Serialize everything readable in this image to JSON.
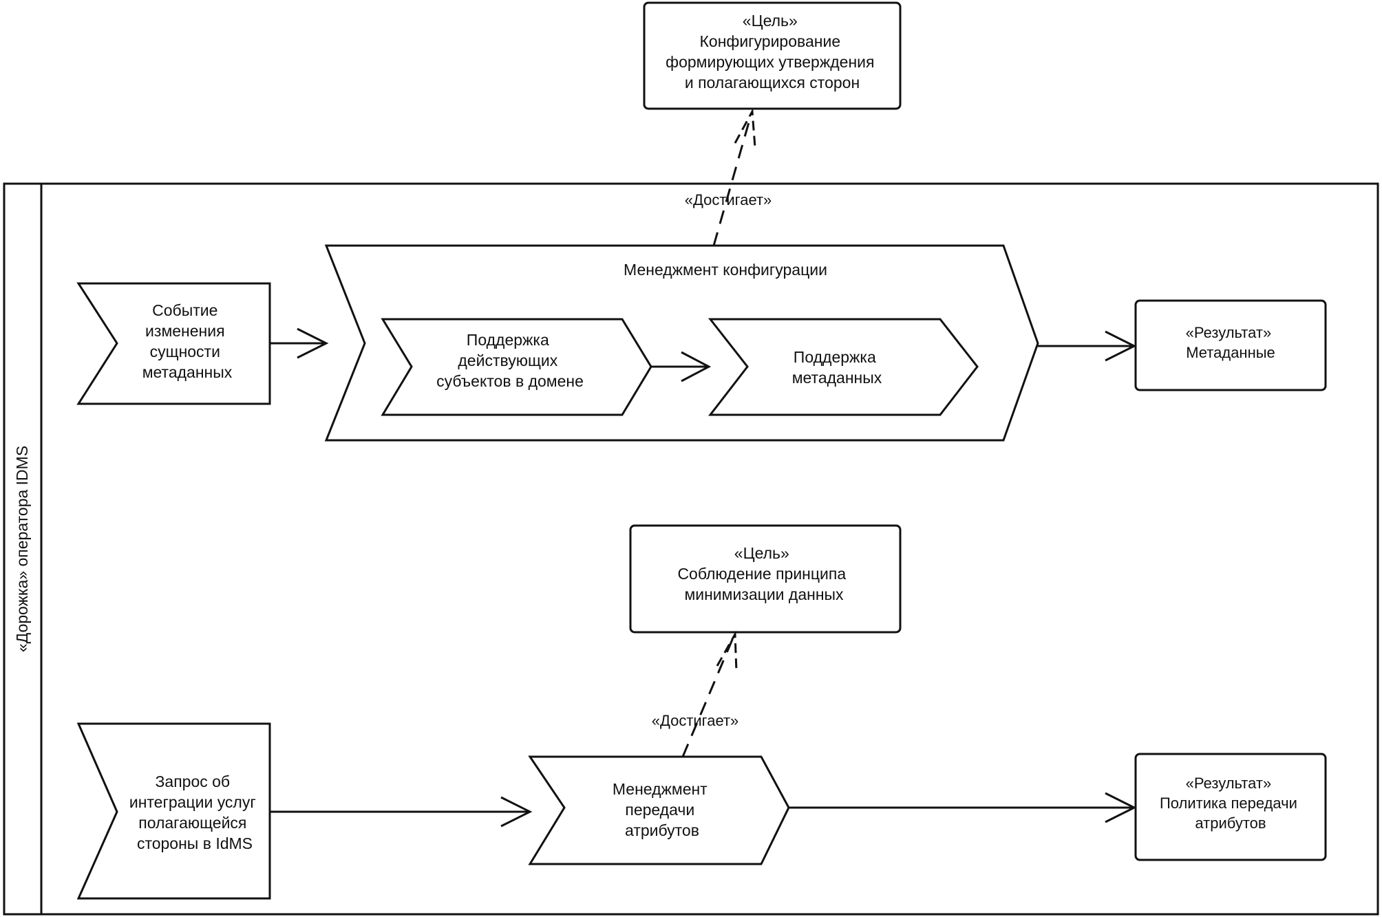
{
  "lane": {
    "label": "«Дорожка» оператора IDMS"
  },
  "goal_top": {
    "lines": [
      "«Цель»",
      "Конфигурирование",
      "формирующих утверждения",
      "и полагающихся сторон"
    ]
  },
  "goal_mid": {
    "lines": [
      "«Цель»",
      "Соблюдение принципа",
      "минимизации данных"
    ]
  },
  "achieves_top": "«Достигает»",
  "achieves_bottom": "«Достигает»",
  "event_metadata": {
    "lines": [
      "Событие",
      "изменения",
      "сущности",
      "метаданных"
    ]
  },
  "config_management": {
    "title": "Менеджмент конфигурации"
  },
  "support_subjects": {
    "lines": [
      "Поддержка",
      "действующих",
      "субъектов в домене"
    ]
  },
  "support_metadata": {
    "lines": [
      "Поддержка",
      "метаданных"
    ]
  },
  "result_metadata": {
    "lines": [
      "«Результат»",
      "Метаданные"
    ]
  },
  "request_integration": {
    "lines": [
      "Запрос об",
      "интеграции услуг",
      "полагающейся",
      "стороны в IdMS"
    ]
  },
  "attr_management": {
    "lines": [
      "Менеджмент",
      "передачи",
      "атрибутов"
    ]
  },
  "result_policy": {
    "lines": [
      "«Результат»",
      "Политика передачи",
      "атрибутов"
    ]
  }
}
